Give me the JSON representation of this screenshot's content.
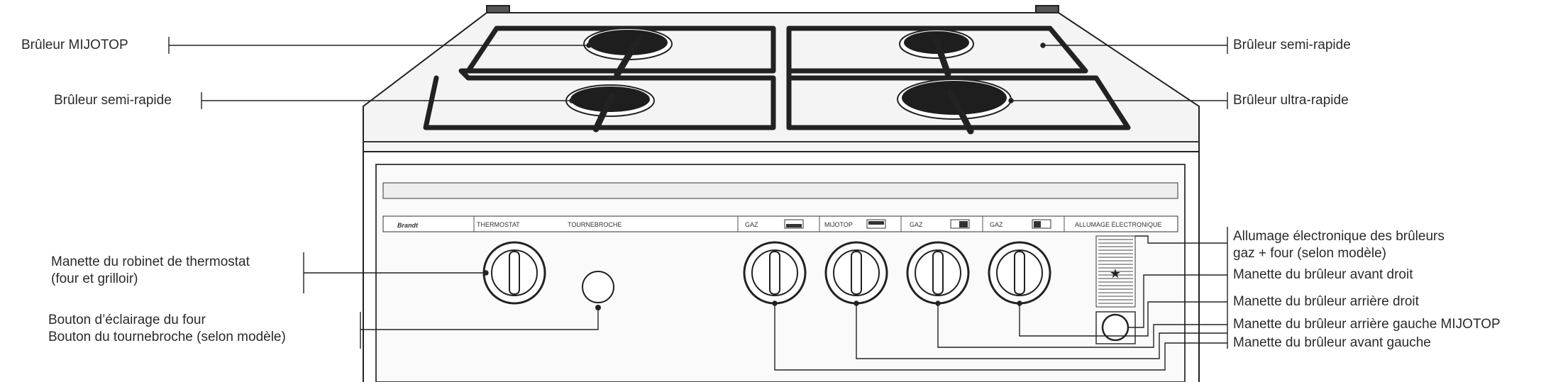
{
  "brand": "Brandt",
  "panel_labels": {
    "thermostat": "THERMOSTAT",
    "rotisserie": "TOURNEBROCHE",
    "gaz1": "GAZ",
    "mijotop": "MIJOTOP",
    "gaz2": "GAZ",
    "gaz3": "GAZ",
    "ignition": "ALLUMAGE ÉLECTRONIQUE"
  },
  "callouts": {
    "left": {
      "mijotop_burner": "Brûleur MIJOTOP",
      "semi_rapid_burner": "Brûleur semi-rapide",
      "thermostat_knob_line1": "Manette du robinet de thermostat",
      "thermostat_knob_line2": "(four et grilloir)",
      "oven_light_button": "Bouton d’éclairage du four",
      "rotisserie_button": "Bouton du tournebroche (selon modèle)"
    },
    "right": {
      "semi_rapid_burner": "Brûleur semi-rapide",
      "ultra_rapid_burner": "Brûleur ultra-rapide",
      "ignition_line1": "Allumage électronique des brûleurs",
      "ignition_line2": "gaz + four (selon modèle)",
      "front_right_knob": "Manette du brûleur avant droit",
      "rear_right_knob": "Manette du brûleur arrière droit",
      "rear_left_knob": "Manette du brûleur arrière gauche MIJOTOP",
      "front_left_knob": "Manette du brûleur avant gauche"
    }
  }
}
